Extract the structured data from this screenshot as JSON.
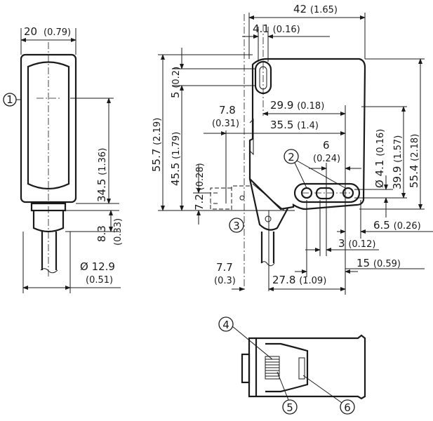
{
  "title": "Dimensional drawing",
  "front_view": {
    "width": {
      "mm": "20",
      "in": "(0.79)"
    },
    "lens_height": {
      "mm": "34.5",
      "in": "(1.36)"
    },
    "connector_height": {
      "mm": "8.3",
      "in": "(0.33)"
    },
    "cable_diameter": {
      "mm": "Ø 12.9",
      "in": "(0.51)"
    },
    "callout_1": "1"
  },
  "side_view": {
    "total_width": {
      "mm": "42",
      "in": "(1.65)"
    },
    "hole_offset": {
      "mm": "4.1",
      "in": "(0.16)"
    },
    "total_height": {
      "mm": "55.7",
      "in": "(2.19)"
    },
    "height_45": {
      "mm": "45.5",
      "in": "(1.79)"
    },
    "slot_5": {
      "mm": "5",
      "in": "(0.2)"
    },
    "dim_7_8": {
      "mm": "7.8",
      "in": "(0.31)"
    },
    "dim_29_9": {
      "mm": "29.9",
      "in": "(0.18)"
    },
    "dim_35_5": {
      "mm": "35.5",
      "in": "(1.4)"
    },
    "dim_6": {
      "mm": "6",
      "in": "(0.24)"
    },
    "hole_diameter": {
      "mm": "Ø 4.1",
      "in": "(0.16)"
    },
    "dim_39_9": {
      "mm": "39.9",
      "in": "(1.57)"
    },
    "dim_55_4": {
      "mm": "55.4",
      "in": "(2.18)"
    },
    "dim_7_2": {
      "mm": "7.2",
      "in": "(0.28)"
    },
    "dim_6_5": {
      "mm": "6.5",
      "in": "(0.26)"
    },
    "dim_3": {
      "mm": "3",
      "in": "(0.12)"
    },
    "dim_15": {
      "mm": "15",
      "in": "(0.59)"
    },
    "dim_7_7": {
      "mm": "7.7",
      "in": "(0.3)"
    },
    "dim_27_8": {
      "mm": "27.8",
      "in": "(1.09)"
    },
    "callout_2": "2",
    "callout_3": "3"
  },
  "bottom_view": {
    "callout_4": "4",
    "callout_5": "5",
    "callout_6": "6"
  }
}
